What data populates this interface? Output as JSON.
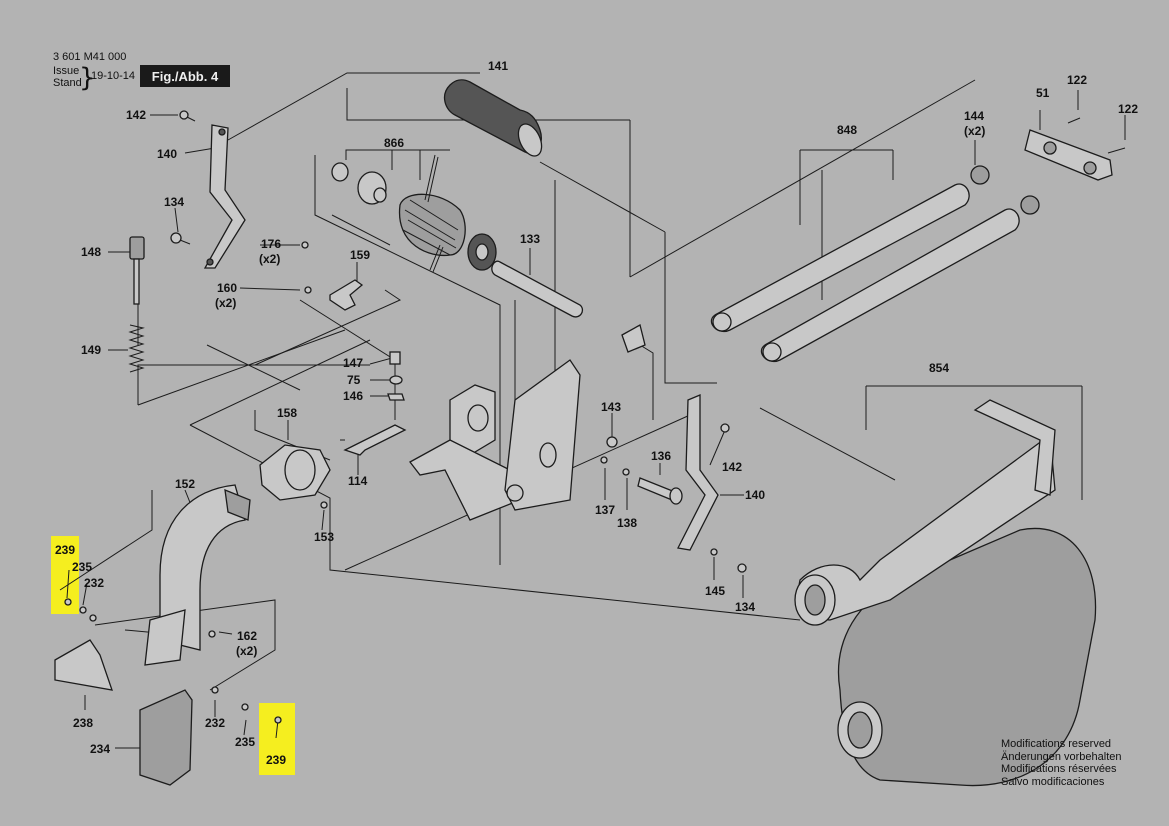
{
  "header": {
    "doc_number": "3 601 M41 000",
    "issue_label": "Issue",
    "stand_label": "Stand",
    "date": "19-10-14",
    "figure": "Fig./Abb. 4"
  },
  "labels": [
    "141",
    "866",
    "848",
    "51",
    "122",
    "122",
    "144",
    "(x2)",
    "142",
    "140",
    "134",
    "148",
    "176",
    "(x2)",
    "159",
    "160",
    "(x2)",
    "149",
    "133",
    "147",
    "75",
    "146",
    "158",
    "114",
    "143",
    "136",
    "142",
    "140",
    "854",
    "152",
    "137",
    "138",
    "153",
    "239",
    "235",
    "232",
    "162",
    "(x2)",
    "145",
    "134",
    "238",
    "232",
    "235",
    "234",
    "239"
  ],
  "modifications": [
    "Modifications reserved",
    "Änderungen vorbehalten",
    "Modifications réservées",
    "Salvo modificaciones"
  ],
  "colors": {
    "background": "#b3b3b3",
    "highlight": "#f5ee1f",
    "ink": "#1c1c1c"
  }
}
